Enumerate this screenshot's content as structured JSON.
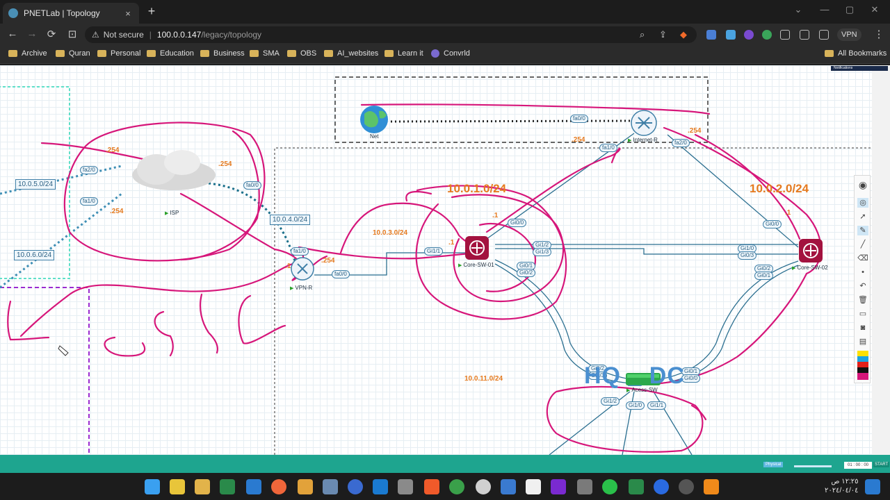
{
  "browser": {
    "tab_title": "PNETLab | Topology",
    "tab_close": "×",
    "new_tab": "+",
    "window_controls": [
      "⌄",
      "—",
      "▢",
      "✕"
    ],
    "nav": {
      "back": "←",
      "forward": "→",
      "reload": "⟳",
      "bookmark": "⊡"
    },
    "address": {
      "warn_icon": "⚠",
      "status": "Not secure",
      "separator": "|",
      "host": "100.0.0.147",
      "path": "/legacy/topology"
    },
    "vpn_label": "VPN",
    "menu": "⋮"
  },
  "bookmarks": {
    "items": [
      "Archive",
      "Quran",
      "Personal",
      "Education",
      "Business",
      "SMA",
      "OBS",
      "AI_websites",
      "Learn it",
      "Convrld"
    ],
    "all_bookmarks": "All Bookmarks"
  },
  "topology": {
    "notifications_label": "Notifications",
    "nodes": {
      "net": "Net",
      "internet_r": "Internet-R",
      "isp": "ISP",
      "vpn_r": "VPN-R",
      "core_sw_01": "Core-SW-01",
      "core_sw_02": "Core-SW-02",
      "acess_sw": "Acess-SW"
    },
    "interfaces": {
      "fa0_0_net": "fa0/0",
      "fa1_0_inet": "fa1/0",
      "fa2_0_inet": "fa2/0",
      "fa2_0_isp": "fa2/0",
      "fa1_0_isp": "fa1/0",
      "fa0_0_isp": "fa0/0",
      "fa1_0_vpn": "fa1/0",
      "fa0_0_vpn": "fa0/0",
      "gi1_1_core1": "Gi1/1",
      "gi0_0_core1": "Gi0/0",
      "gi1_2_core1": "Gi1/2",
      "gi1_3_core1": "Gi1/3",
      "gi0_1_core1": "Gi0/1",
      "gi0_2_core1": "Gi0/2",
      "gi0_0_core2": "Gi0/0",
      "gi1_0_core2": "Gi1/0",
      "gi0_3_core2": "Gi0/3",
      "gi0_2_core2": "Gi0/2",
      "gi0_1_core2": "Gi0/1",
      "gi0_2_acc": "Gi0/2",
      "gi0_3_acc": "Gi0/3",
      "gi0_1_acc": "Gi0/1",
      "gi0_0_acc": "Gi0/0",
      "gi1_2_acc": "Gi1/2",
      "gi1_0_acc": "Gi1/0",
      "gi1_1_acc": "Gi1/1"
    },
    "networks": {
      "n1": "10.0.5.0/24",
      "n2": "10.0.6.0/24",
      "n3": "10.0.4.0/24"
    },
    "subnets": {
      "s1": "10.0.3.0/24",
      "s2": "10.0.11.0/24",
      "big1": "10.0.1.0/24",
      "big2": "10.0.2.0/24"
    },
    "ips": {
      "ip1": ".254",
      "ip2": ".254",
      "ip3": ".254",
      "ip4": ".254",
      "ip5": ".254",
      "ip6": ".254",
      "ip7": ".1",
      "ip8": ".1",
      "ip9": ".1",
      "ip10": ".1"
    },
    "site_title": "HQ _ DC"
  },
  "statusbar": {
    "physical": "Physical",
    "time": "01 : 00 : 00",
    "start": "START"
  },
  "taskbar": {
    "clock_time": "١٢:٢٥ ص",
    "clock_date": "٢٠٢٤/٠٤/٠٤"
  },
  "colors": {
    "annotation": "#d6167a",
    "link": "#2b6f90",
    "label_orange": "#e57a1f",
    "teal_statusbar": "#1ea58f"
  }
}
